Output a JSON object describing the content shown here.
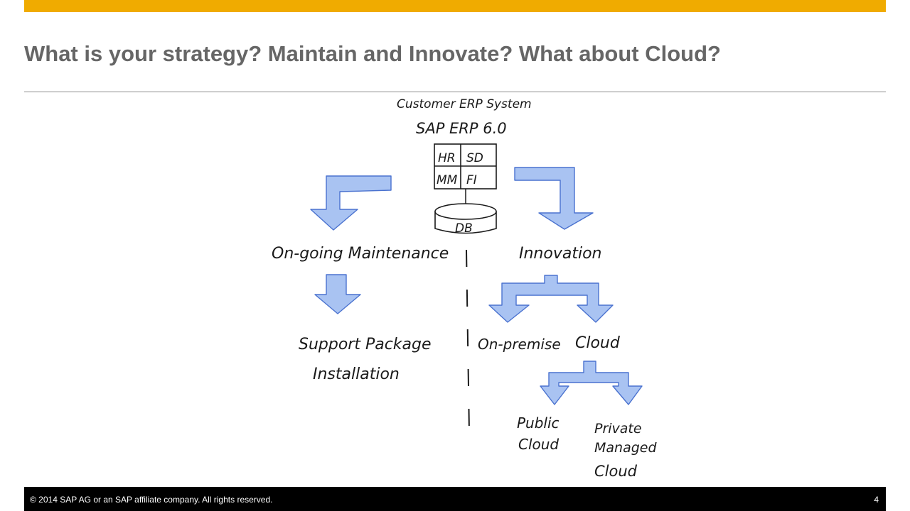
{
  "colors": {
    "accent_bar": "#f0ab00",
    "title_text": "#666666",
    "arrow_fill": "#a9c3f2",
    "arrow_stroke": "#4a72cf",
    "ink": "#1a1a1a",
    "footer_bg": "#000000"
  },
  "slide": {
    "title": "What is your strategy? Maintain and Innovate? What about Cloud?"
  },
  "diagram": {
    "system_label": "Customer ERP System",
    "product_label": "SAP ERP 6.0",
    "modules": [
      "HR",
      "SD",
      "MM",
      "FI"
    ],
    "database_label": "DB",
    "maintenance_label": "On-going Maintenance",
    "support_label_line1": "Support Package",
    "support_label_line2": "Installation",
    "innovation_label": "Innovation",
    "on_premise_label": "On-premise",
    "cloud_label": "Cloud",
    "public_cloud_line1": "Public",
    "public_cloud_line2": "Cloud",
    "private_cloud_line1": "Private",
    "private_cloud_line2": "Managed",
    "private_cloud_line3": "Cloud"
  },
  "footer": {
    "copyright": "© 2014 SAP AG or an SAP affiliate company. All rights reserved.",
    "page_number": "4"
  }
}
